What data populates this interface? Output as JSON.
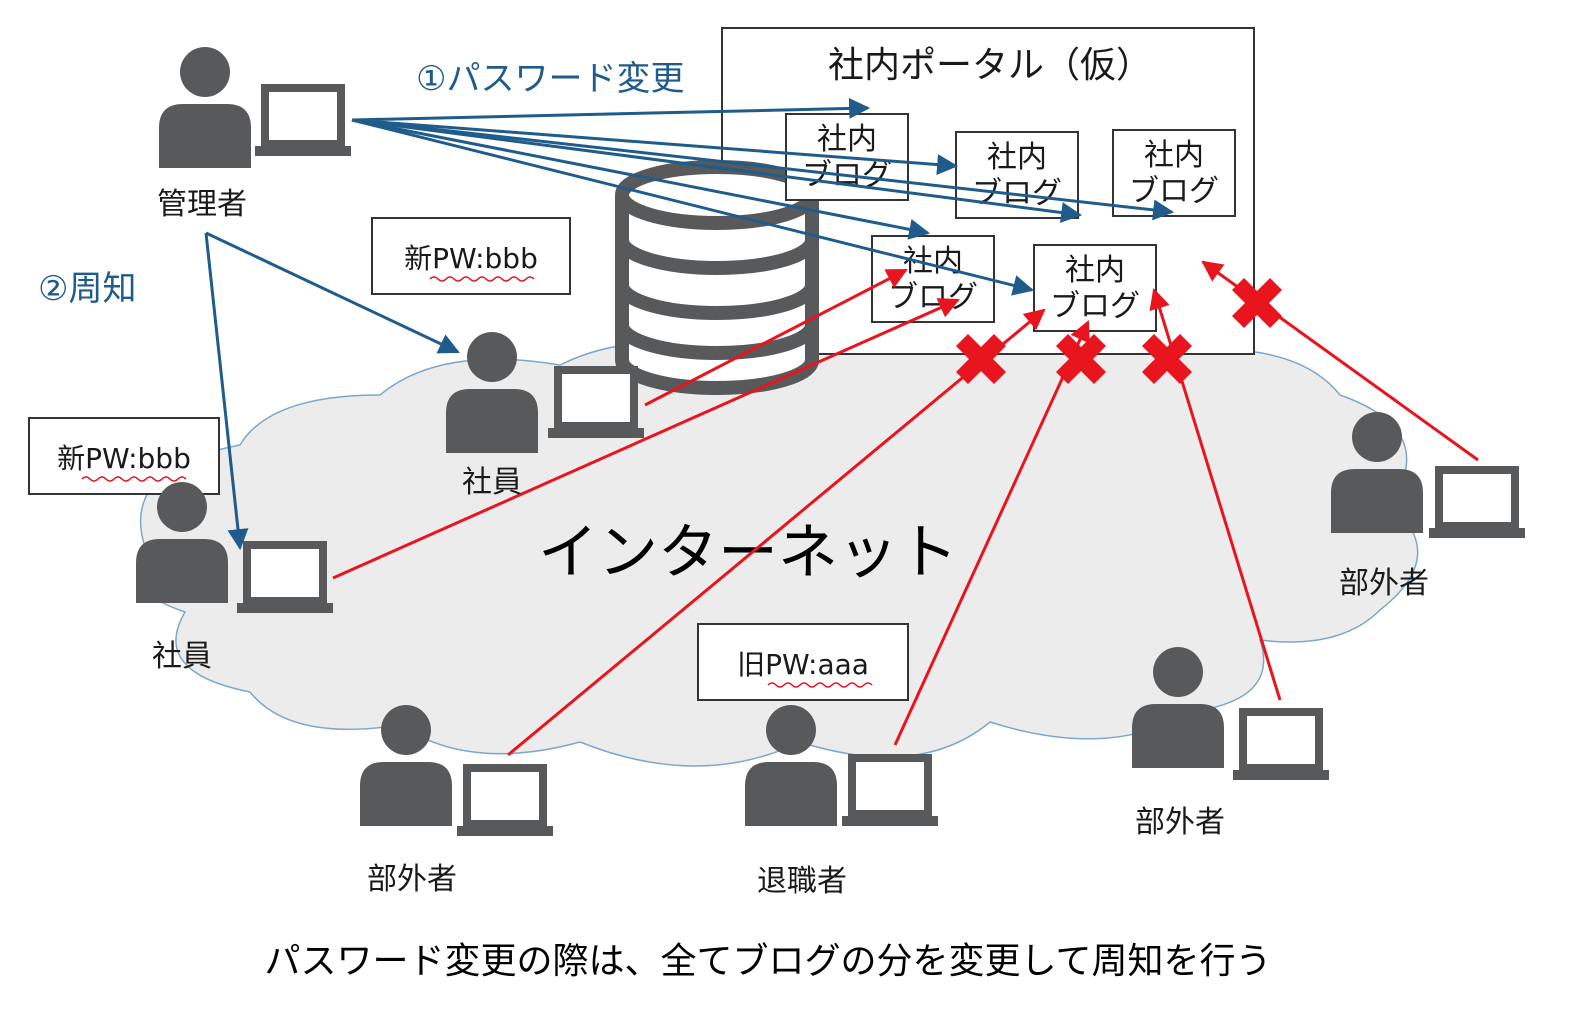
{
  "portal": {
    "title": "社内ポータル（仮）"
  },
  "blogs": [
    {
      "line1": "社内",
      "line2": "ブログ"
    },
    {
      "line1": "社内",
      "line2": "ブログ"
    },
    {
      "line1": "社内",
      "line2": "ブログ"
    },
    {
      "line1": "社内",
      "line2": "ブログ"
    },
    {
      "line1": "社内",
      "line2": "ブログ"
    }
  ],
  "steps": {
    "change": "①パスワード変更",
    "notify": "②周知"
  },
  "people": {
    "admin": "管理者",
    "employee_a": "社員",
    "employee_b": "社員",
    "outsider_1": "部外者",
    "outsider_2": "部外者",
    "outsider_3": "部外者",
    "retiree": "退職者"
  },
  "passwords": {
    "new_a": "新PW:bbb",
    "new_b": "新PW:bbb",
    "old": "旧PW:aaa"
  },
  "cloud_label": "インターネット",
  "caption": "パスワード変更の際は、全てブログの分を変更して周知を行う",
  "colors": {
    "arrow_blue": "#1f5c8c",
    "arrow_red": "#e8141e",
    "person": "#58595b",
    "cloud_fill": "#ececec",
    "cloud_stroke": "#7ba7cc"
  }
}
